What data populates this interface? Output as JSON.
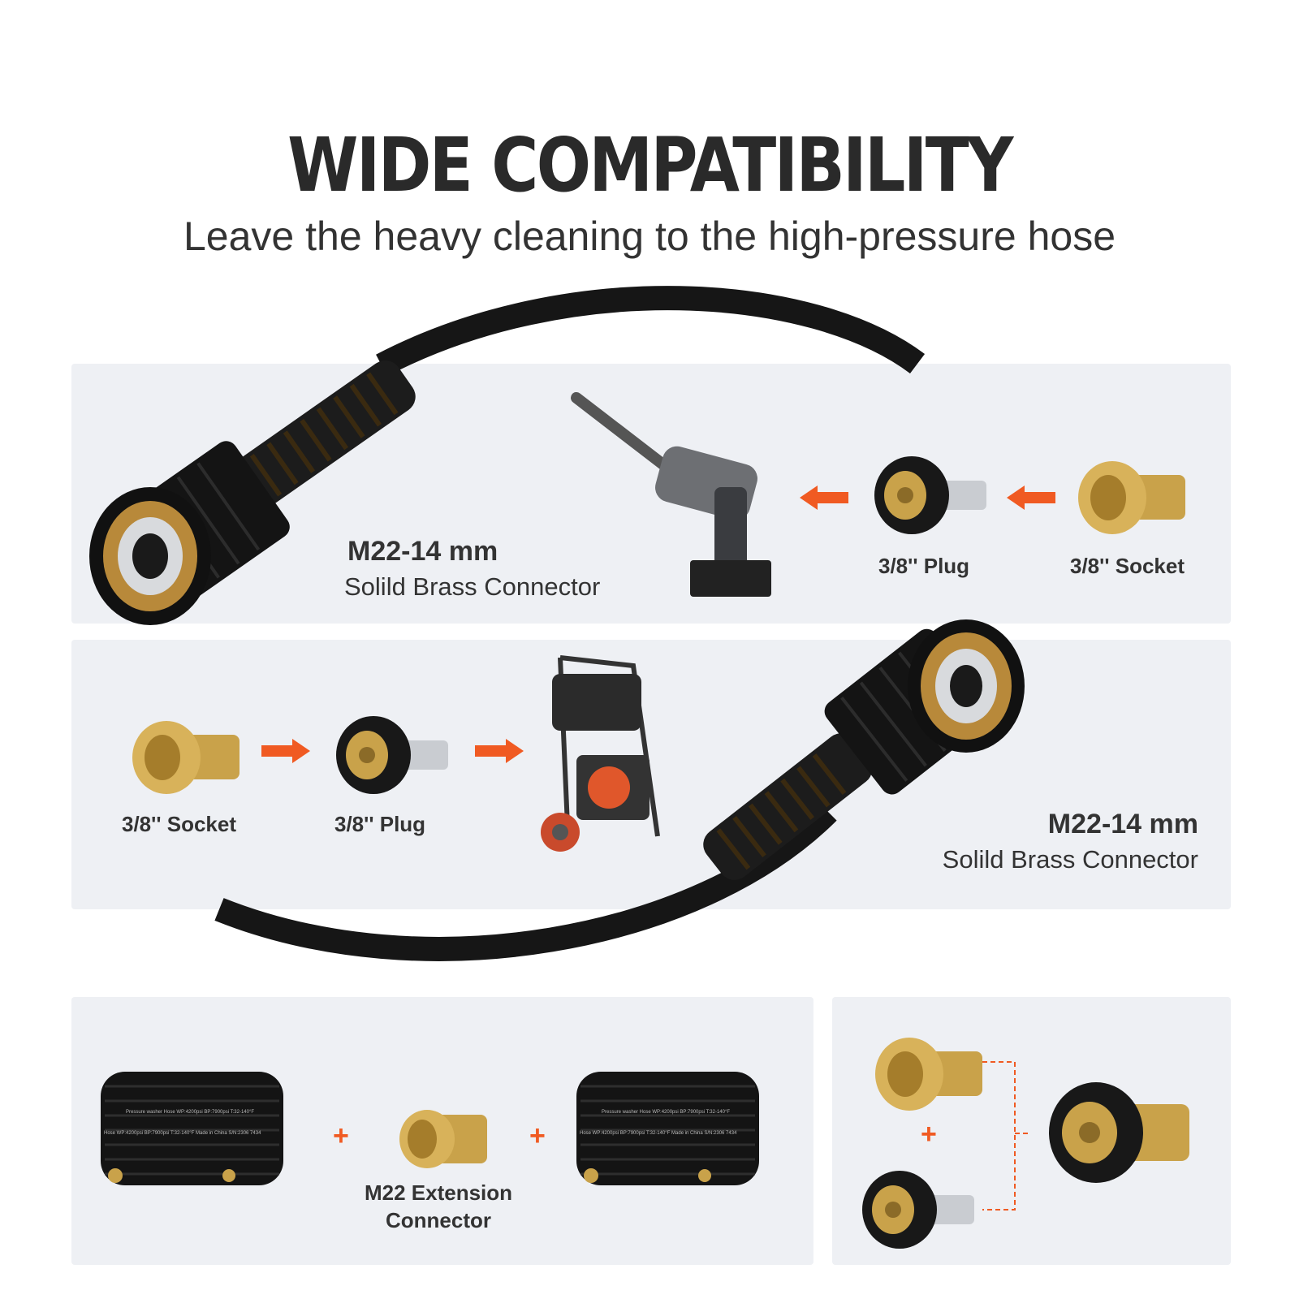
{
  "header": {
    "title": "WIDE COMPATIBILITY",
    "subtitle": "Leave the heavy cleaning to the high-pressure hose"
  },
  "panel_top": {
    "connector_title": "M22-14 mm",
    "connector_desc": "Solild Brass Connector",
    "plug_label": "3/8'' Plug",
    "socket_label": "3/8'' Socket"
  },
  "panel_middle": {
    "socket_label": "3/8'' Socket",
    "plug_label": "3/8'' Plug",
    "connector_title": "M22-14 mm",
    "connector_desc": "Solild Brass Connector"
  },
  "panel_bottom_left": {
    "plus_1": "+",
    "plus_2": "+",
    "extension_label_line1": "M22 Extension",
    "extension_label_line2": "Connector",
    "hose_print_line1": "Pressure washer Hose WP:4200psi BP:7900psi T:32-140°F",
    "hose_print_line2": "Hose WP:4200psi BP:7900psi T:32-140°F Made in China S/N:2306 7434"
  },
  "panel_bottom_right": {
    "plus": "+"
  },
  "colors": {
    "accent_orange": "#f05a22",
    "brass": "#c9a24a",
    "panel_bg": "#eef0f4",
    "hose_black": "#1a1a1a"
  }
}
